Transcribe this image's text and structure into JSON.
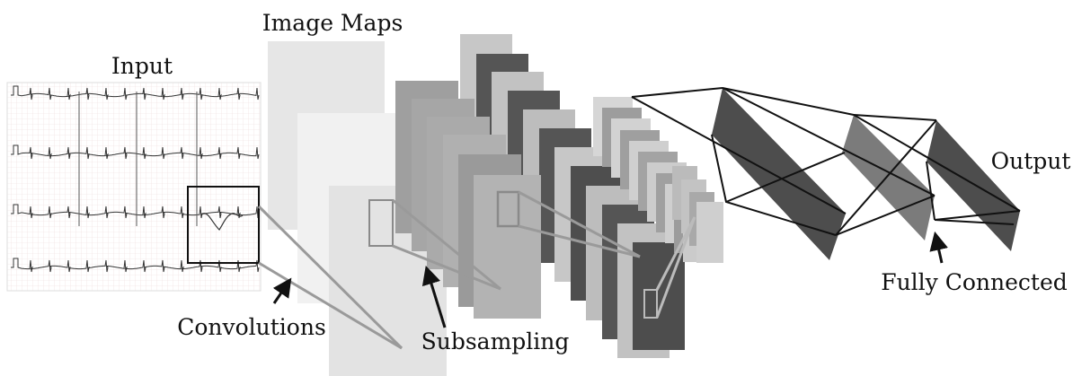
{
  "labels": {
    "input": "Input",
    "image_maps": "Image Maps",
    "output": "Output",
    "convolutions": "Convolutions",
    "subsampling": "Subsampling",
    "fully_connected": "Fully Connected"
  },
  "ecg": {
    "rows": 4,
    "highlighted_row": 3
  },
  "colors": {
    "light_map": "#e3e3e3",
    "lighter_map": "#efefef",
    "mid_map": "#b4b4b4",
    "dark_map": "#555555",
    "fc_dark": "#4d4d4d",
    "fc_mid": "#7a7a7a",
    "ecg_grid": "#e9d7d7",
    "ecg_trace": "#333333",
    "line": "#111111"
  }
}
